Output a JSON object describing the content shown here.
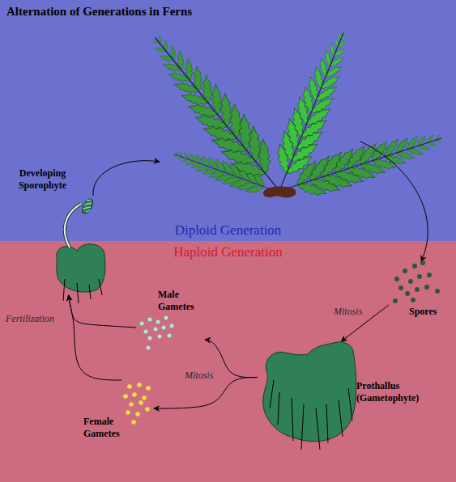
{
  "diagram": {
    "title": "Alternation of Generations in Ferns",
    "nodes": [
      {
        "text": [
          "Diploid Generation"
        ]
      },
      {
        "text": [
          "Haploid Generation"
        ]
      },
      {
        "text": [
          "Developing Sporophyte"
        ]
      },
      {
        "text": [
          "Spores"
        ],
        "in": 1
      },
      {
        "text": [
          "Prothallus (Gametophyte)"
        ],
        "in": 1
      },
      {
        "text": [
          "Male Gametes"
        ],
        "in": 1
      },
      {
        "text": [
          "Female Gametes"
        ],
        "in": 1
      }
    ],
    "edges": [
      {
        "from": 3,
        "to": 4,
        "arrow": "to",
        "label": "Mitosis"
      },
      {
        "from": 4,
        "to": 5,
        "arrow": "to",
        "label": "Mitosis"
      },
      {
        "from": 4,
        "to": 6,
        "arrow": "to"
      },
      {
        "from": 5,
        "to": 2,
        "arrow": "to",
        "label": "Fertilization"
      },
      {
        "from": 6,
        "to": 2,
        "arrow": "to"
      }
    ]
  }
}
